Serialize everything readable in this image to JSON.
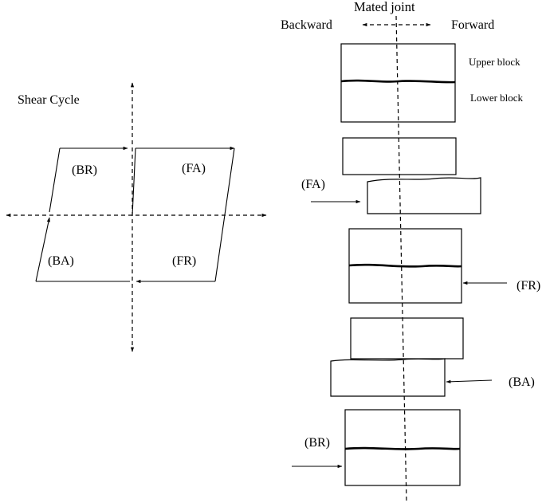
{
  "shear_cycle": {
    "title": "Shear Cycle",
    "phases": {
      "br": "(BR)",
      "fa": "(FA)",
      "ba": "(BA)",
      "fr": "(FR)"
    }
  },
  "header": {
    "mated_joint": "Mated joint",
    "backward": "Backward",
    "forward": "Forward"
  },
  "blocks": {
    "upper": "Upper block",
    "lower": "Lower block"
  },
  "stages": {
    "fa": "(FA)",
    "fr": "(FR)",
    "ba": "(BA)",
    "br": "(BR)"
  }
}
